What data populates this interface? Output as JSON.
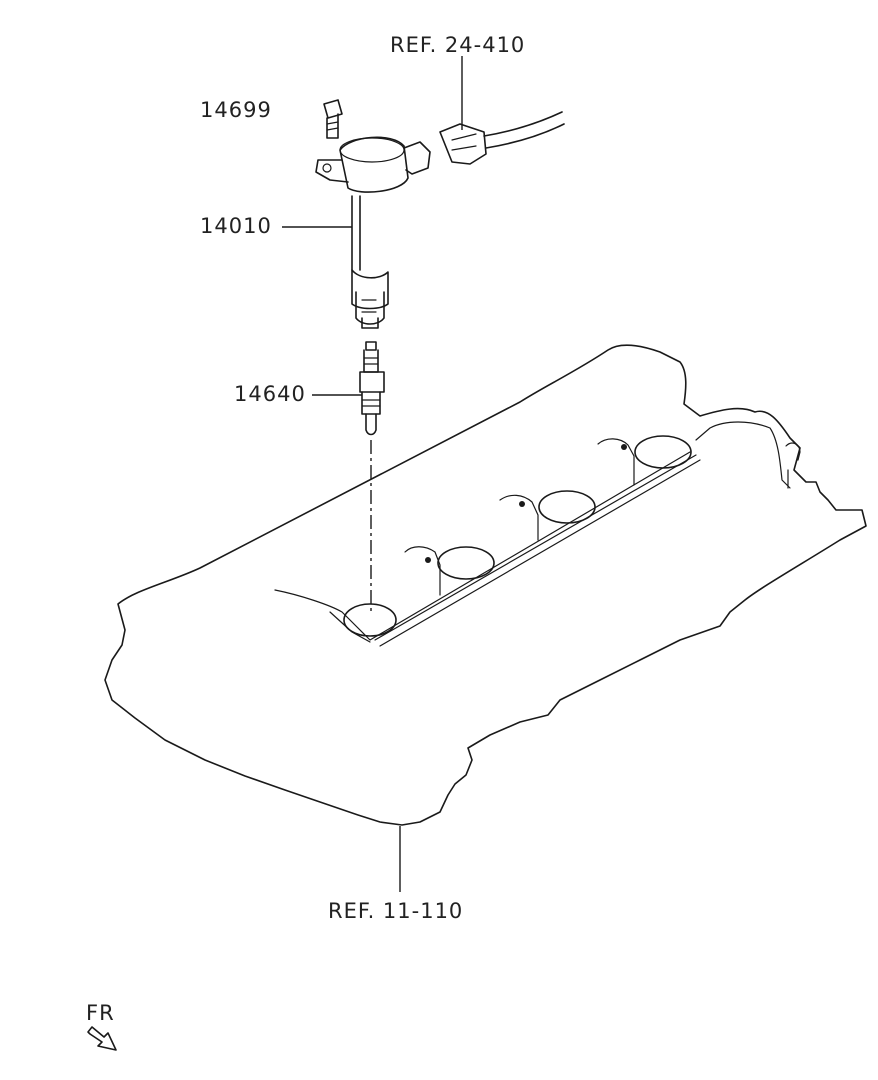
{
  "labels": {
    "ref_harness": "REF. 24-410",
    "bolt": "14699",
    "ignition_coil": "14010",
    "spark_plug": "14640",
    "ref_cover": "REF. 11-110",
    "direction": "FR"
  },
  "colors": {
    "line": "#1a1a1a",
    "background": "#ffffff"
  }
}
